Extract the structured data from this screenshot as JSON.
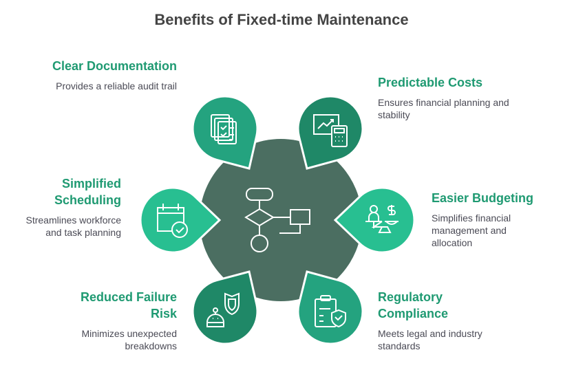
{
  "title": "Benefits of Fixed-time Maintenance",
  "colors": {
    "center": "#4b6e61",
    "medium": "#24a37f",
    "dark": "#1f8867",
    "light": "#28bf91",
    "title": "#1f9a72"
  },
  "center_icon": "flowchart-icon",
  "items": [
    {
      "title": "Clear Documentation",
      "desc": "Provides a reliable audit trail",
      "icon": "documents-checklist-icon"
    },
    {
      "title": "Predictable Costs",
      "desc": "Ensures financial planning and stability",
      "icon": "chart-calculator-icon"
    },
    {
      "title": "Simplified Scheduling",
      "desc": "Streamlines workforce and task planning",
      "icon": "calendar-check-icon"
    },
    {
      "title": "Easier Budgeting",
      "desc": "Simplifies financial management and allocation",
      "icon": "balance-scale-dollar-icon"
    },
    {
      "title": "Reduced Failure Risk",
      "desc": "Minimizes unexpected breakdowns",
      "icon": "robot-shield-icon"
    },
    {
      "title": "Regulatory Compliance",
      "desc": "Meets legal and industry standards",
      "icon": "clipboard-shield-icon"
    }
  ]
}
